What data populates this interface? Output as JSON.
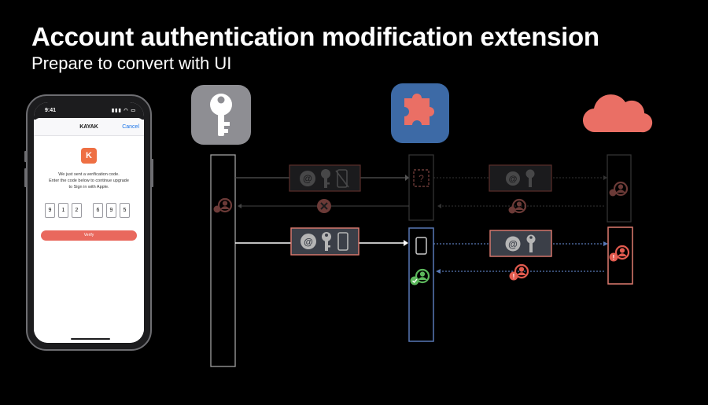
{
  "title": "Account authentication modification extension",
  "subtitle": "Prepare to convert with UI",
  "phone": {
    "time": "9:41",
    "nav_title": "KAYAK",
    "cancel_label": "Cancel",
    "app_icon_letter": "K",
    "message_line1": "We just sent a verification code.",
    "message_line2": "Enter the code below to continue upgrade",
    "message_line3": "to Sign in with Apple.",
    "code_digits": [
      "9",
      "1",
      "2",
      "6",
      "9",
      "5"
    ],
    "verify_label": "Verify"
  },
  "diagram": {
    "participants": [
      {
        "icon": "key-icon",
        "color": "#8e8e93"
      },
      {
        "icon": "puzzle-piece-icon",
        "color": "#3d6aa6"
      },
      {
        "icon": "cloud-icon",
        "color": "#ea6f65"
      }
    ],
    "colors": {
      "failure": "#e25b4f",
      "success": "#5cb85c",
      "active_box": "#e07c71",
      "extension_box": "#5878b5",
      "dim": "#6b3a37"
    },
    "messages_top_dim": [
      "at-sign-icon",
      "key-icon",
      "crossed-phone-icon"
    ],
    "messages_bottom_active": [
      "at-sign-icon",
      "key-icon",
      "phone-icon"
    ]
  }
}
